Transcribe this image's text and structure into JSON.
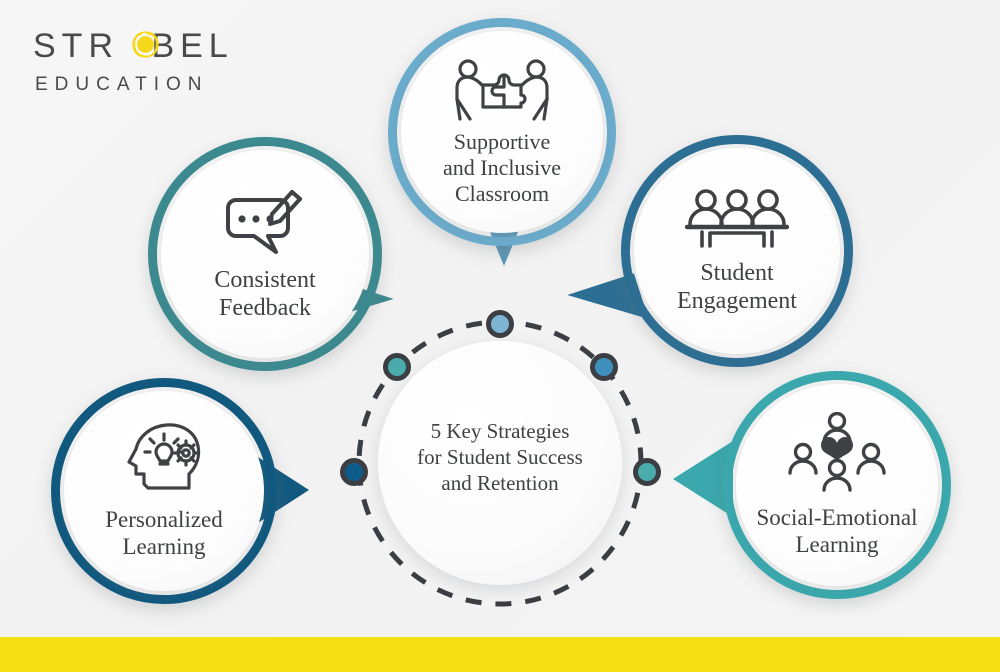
{
  "brand": {
    "name_top": "STR BEL",
    "name_top_a": "STR",
    "name_top_b": "BEL",
    "name_bottom": "EDUCATION",
    "sun_icon": "sun-icon",
    "sun_color": "#f5d81a"
  },
  "hub": {
    "title_line1": "5 Key Strategies",
    "title_line2": "for Student Success",
    "title_line3": "and Retention",
    "dots": [
      {
        "name": "hub-dot-top",
        "color": "#7db4d4"
      },
      {
        "name": "hub-dot-upper-left",
        "color": "#4aabad"
      },
      {
        "name": "hub-dot-upper-right",
        "color": "#3f8fbd"
      },
      {
        "name": "hub-dot-left",
        "color": "#0e5c8c"
      },
      {
        "name": "hub-dot-right",
        "color": "#4aabad"
      }
    ]
  },
  "nodes": [
    {
      "id": "feedback",
      "label_line1": "Consistent",
      "label_line2": "Feedback",
      "icon": "speech-bubble-pencil-icon",
      "ring_color": "#3c8a90",
      "pointer_color": "#3c8a90"
    },
    {
      "id": "supportive",
      "label_line1": "Supportive",
      "label_line2": "and Inclusive",
      "label_line3": "Classroom",
      "icon": "people-puzzle-icon",
      "ring_color": "#6babcb",
      "pointer_color": "#5b98b8"
    },
    {
      "id": "engagement",
      "label_line1": "Student",
      "label_line2": "Engagement",
      "icon": "people-at-desk-icon",
      "ring_color": "#2d6f94",
      "pointer_color": "#2d6f94"
    },
    {
      "id": "personalized",
      "label_line1": "Personalized",
      "label_line2": "Learning",
      "icon": "head-lightbulb-gear-icon",
      "ring_color": "#12597f",
      "pointer_color": "#12597f"
    },
    {
      "id": "sel",
      "label_line1": "Social-Emotional",
      "label_line2": "Learning",
      "icon": "people-heart-icon",
      "ring_color": "#3aa8ad",
      "pointer_color": "#3aa8ad"
    }
  ],
  "footer": {
    "bar_color": "#f7df16"
  }
}
